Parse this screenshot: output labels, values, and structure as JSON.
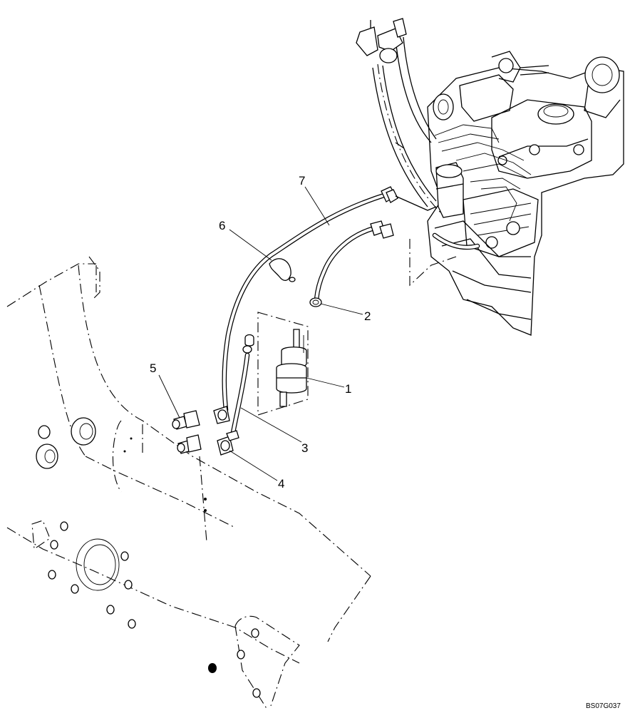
{
  "callouts": [
    {
      "id": "1",
      "label": "1"
    },
    {
      "id": "2",
      "label": "2"
    },
    {
      "id": "3",
      "label": "3"
    },
    {
      "id": "4",
      "label": "4"
    },
    {
      "id": "5",
      "label": "5"
    },
    {
      "id": "6",
      "label": "6"
    },
    {
      "id": "7",
      "label": "7"
    }
  ],
  "drawing_code": "BS07G037"
}
